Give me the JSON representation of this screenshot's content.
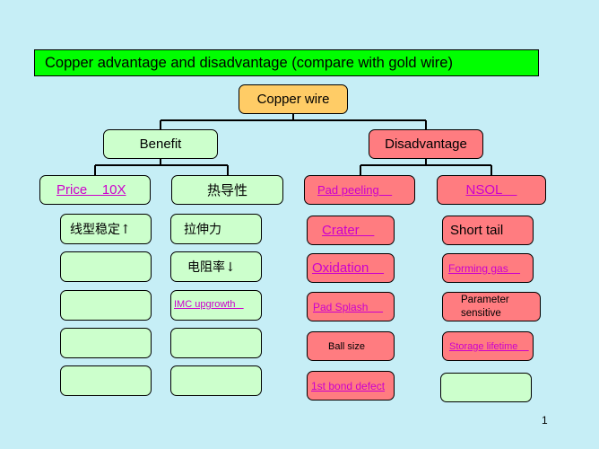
{
  "title": "Copper  advantage and disadvantage (compare with gold wire)",
  "root": "Copper wire",
  "benefit": {
    "label": "Benefit",
    "col1_header": "Price    10X",
    "col2_header": "热导性",
    "col1_items": [
      "线型稳定↑",
      "",
      "",
      "",
      ""
    ],
    "col2_items": [
      "拉伸力",
      "电阻率↓",
      "IMC upgrowth   ",
      "",
      ""
    ]
  },
  "disadvantage": {
    "label": "Disadvantage",
    "col1_header": "Pad peeling    ",
    "col2_header": "NSOL    ",
    "col1_items": [
      "Crater    ",
      "Oxidation    ",
      "Pad Splash     ",
      "Ball size",
      "1st bond defect"
    ],
    "col2_items": [
      "Short tail",
      "Forming gas    ",
      "Parameter sensitive",
      "Storage lifetime    ",
      ""
    ]
  },
  "page_number": "1",
  "colors": {
    "background": "#c6eef6",
    "title_bar": "#00ff00",
    "root_box": "#ffcc66",
    "benefit_box": "#ccffcc",
    "disadvantage_box": "#ff7c80",
    "link_text": "#cc00cc"
  }
}
